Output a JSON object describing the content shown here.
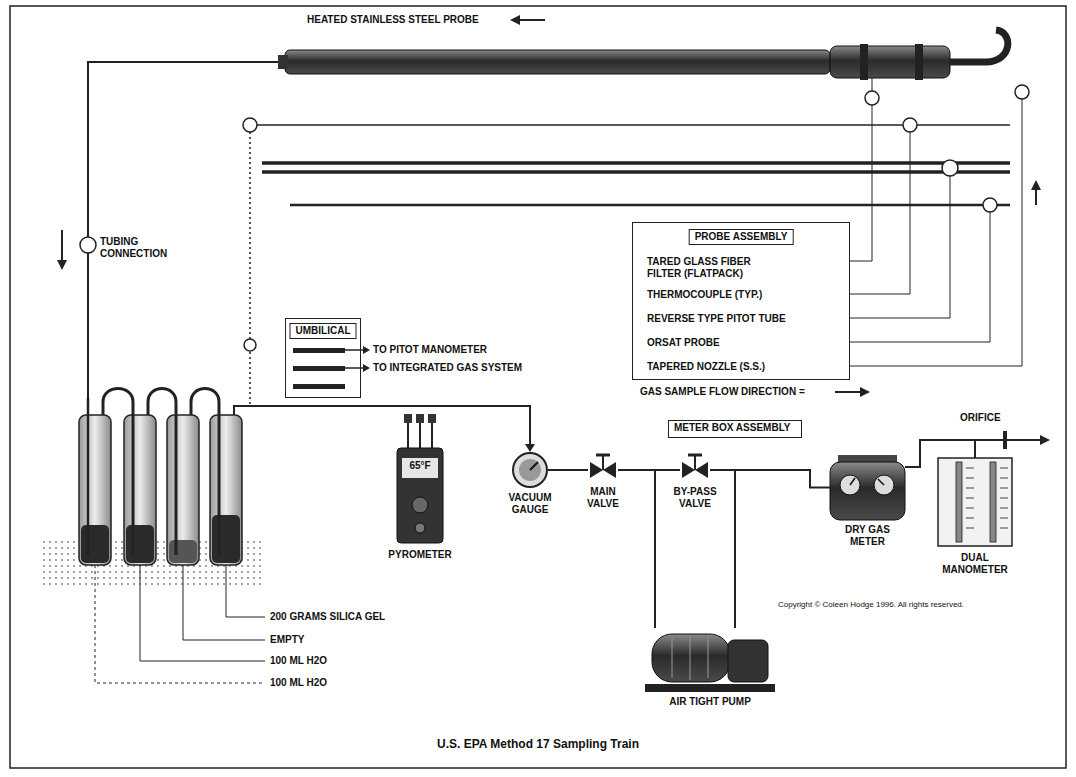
{
  "diagram": {
    "caption": "U.S. EPA Method 17 Sampling Train",
    "nodes": [
      {
        "text": [
          "HEATED STAINLESS STEEL PROBE"
        ]
      },
      {
        "text": [
          "UMBILICAL"
        ]
      },
      {
        "text": [
          "PROBE ASSEMBLY",
          "TARED GLASS FIBER FILTER (FLATPACK)",
          "THERMOCOUPLE (TYP.)",
          "REVERSE TYPE PITOT TUBE",
          "ORSAT PROBE",
          "TAPERED NOZZLE (S.S.)"
        ]
      },
      {
        "text": [
          "65°F",
          "PYROMETER"
        ]
      },
      {
        "text": [
          "VACUUM GAUGE"
        ]
      },
      {
        "text": [
          "MAIN VALVE"
        ]
      },
      {
        "text": [
          "METER BOX ASSEMBLY"
        ]
      },
      {
        "text": [
          "BY-PASS VALVE"
        ]
      },
      {
        "text": [
          "DRY GAS METER"
        ]
      },
      {
        "text": [
          "DUAL MANOMETER"
        ]
      },
      {
        "text": [
          "AIR TIGHT PUMP"
        ]
      }
    ],
    "edges": [
      {
        "from": 4,
        "to": 5,
        "arrow": "none"
      },
      {
        "from": 5,
        "to": 7,
        "arrow": "none"
      },
      {
        "from": 7,
        "to": 8,
        "arrow": "none"
      },
      {
        "from": 8,
        "to": 9,
        "arrow": "none"
      },
      {
        "from": 7,
        "to": 10,
        "arrow": "none"
      }
    ],
    "labels": [
      "TUBING CONNECTION",
      "TO PITOT MANOMETER",
      "TO INTEGRATED GAS SYSTEM",
      "GAS SAMPLE FLOW DIRECTION =",
      "ORIFICE",
      "200 GRAMS SILICA GEL",
      "EMPTY",
      "100 ML H2O",
      "100 ML H2O",
      "Copyright © Coleen Hodge 1996. All rights reserved."
    ]
  }
}
